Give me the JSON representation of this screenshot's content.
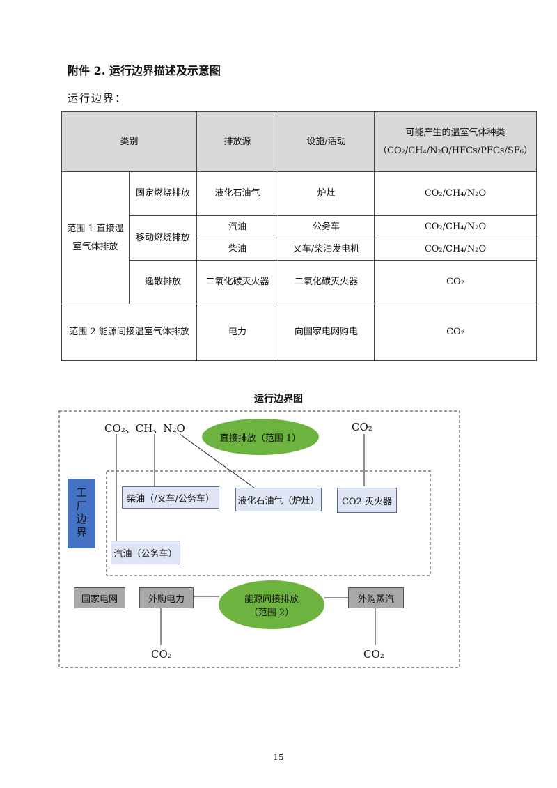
{
  "heading": "附件 2. 运行边界描述及示意图",
  "subheading": "运行边界：",
  "table": {
    "headers": [
      "类别",
      "排放源",
      "设施/活动",
      "可能产生的温室气体种类",
      "（CO₂/CH₄/N₂O/HFCs/PFCs/SF₆）"
    ],
    "scope1": "范围 1 直接温室气体排放",
    "scope2": "范围 2 能源间接温室气体排放",
    "rows": [
      {
        "sub": "固定燃烧排放",
        "source": "液化石油气",
        "facility": "炉灶",
        "gas": "CO₂/CH₄/N₂O"
      },
      {
        "sub": "移动燃烧排放",
        "source": "汽油",
        "facility": "公务车",
        "gas": "CO₂/CH₄/N₂O"
      },
      {
        "source": "柴油",
        "facility": "叉车/柴油发电机",
        "gas": "CO₂/CH₄/N₂O"
      },
      {
        "sub": "逸散排放",
        "source": "二氧化碳灭火器",
        "facility": "二氧化碳灭火器",
        "gas": "CO₂"
      },
      {
        "source": "电力",
        "facility": "向国家电网购电",
        "gas": "CO₂"
      }
    ]
  },
  "diagram": {
    "title": "运行边界图",
    "gases_top_left": "CO₂、CH、N₂O",
    "direct": "直接排放（范围 1）",
    "co2_top_right": "CO₂",
    "factory": "工厂边界",
    "diesel": "柴油（/叉车/公务车）",
    "lpg": "液化石油气（炉灶）",
    "extinguisher": "CO2 灭火器",
    "gasoline": "汽油（公务车）",
    "grid": "国家电网",
    "buy_power": "外购电力",
    "indirect_line1": "能源间接排放",
    "indirect_line2": "（范围 2）",
    "buy_steam": "外购蒸汽",
    "co2_bottom_left": "CO₂",
    "co2_bottom_right": "CO₂"
  },
  "page_number": "15"
}
